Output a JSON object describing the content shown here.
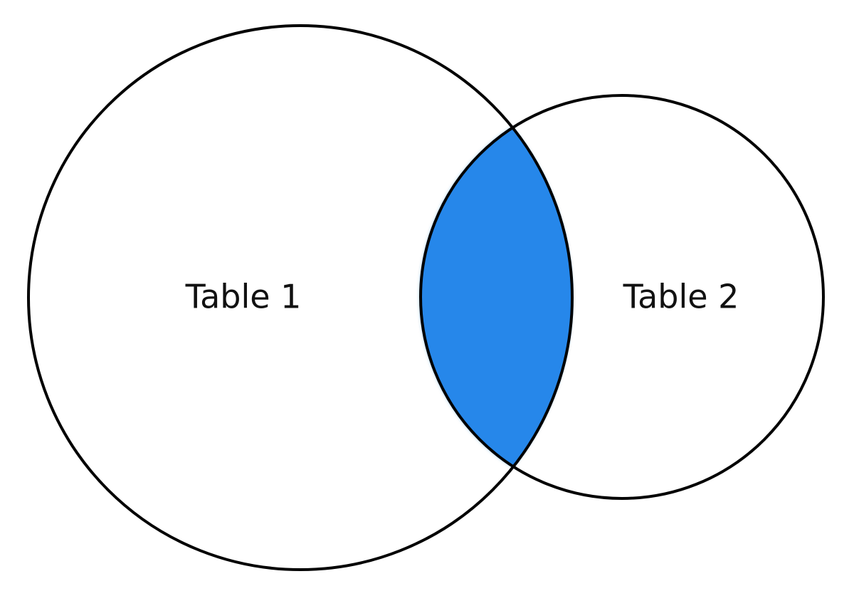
{
  "diagram": {
    "type": "venn",
    "sets": [
      {
        "label": "Table 1"
      },
      {
        "label": "Table 2"
      }
    ],
    "highlighted_region": "intersection",
    "colors": {
      "highlight": "#2587ea",
      "highlight_edge": "#1d6fc4",
      "outline": "#000000",
      "text": "#111111",
      "background": "#ffffff"
    }
  }
}
